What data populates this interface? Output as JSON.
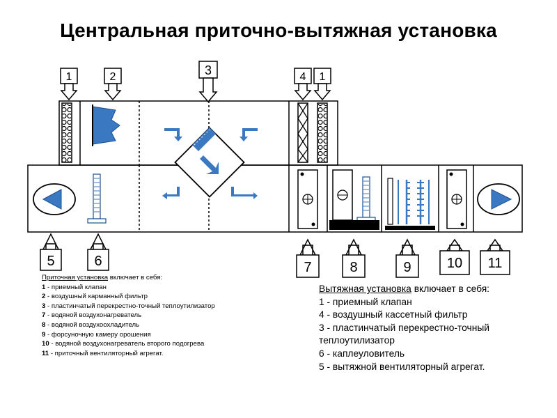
{
  "title": "Центральная приточно-вытяжная установка",
  "callouts": {
    "top_1a": "1",
    "top_2": "2",
    "top_3": "3",
    "top_4": "4",
    "top_1b": "1",
    "bottom_5": "5",
    "bottom_6": "6",
    "bottom_7": "7",
    "bottom_8": "8",
    "bottom_9": "9",
    "bottom_10": "10",
    "bottom_11": "11"
  },
  "colors": {
    "accent_blue": "#3b78c2",
    "line": "#000000",
    "arrow_fill": "#ffffff"
  },
  "legend_left": {
    "heading_underlined": "Приточная установка",
    "heading_rest": " включает в себя:",
    "items": [
      {
        "num": "1",
        "text": " - приемный клапан"
      },
      {
        "num": "2",
        "text": " - воздушный карманный фильтр"
      },
      {
        "num": "3",
        "text": " - пластинчатый перекрестно-точный теплоутилизатор"
      },
      {
        "num": "7",
        "text": " - водяной воздухонагреватель"
      },
      {
        "num": "8",
        "text": " - водяной воздухоохладитель"
      },
      {
        "num": "9",
        "text": " - форсуночную камеру орошения"
      },
      {
        "num": "10",
        "text": " - водяной воздухонагреватель второго подогрева"
      },
      {
        "num": "11",
        "text": " - приточный вентиляторный агрегат."
      }
    ]
  },
  "legend_right": {
    "heading_underlined": "Вытяжная установка",
    "heading_rest": " включает в себя:",
    "items": [
      "1 - приемный клапан",
      "4 - воздушный кассетный фильтр",
      "3 - пластинчатый перекрестно-точный теплоутилизатор",
      "6 - каплеуловитель",
      "5 - вытяжной вентиляторный агрегат."
    ]
  }
}
